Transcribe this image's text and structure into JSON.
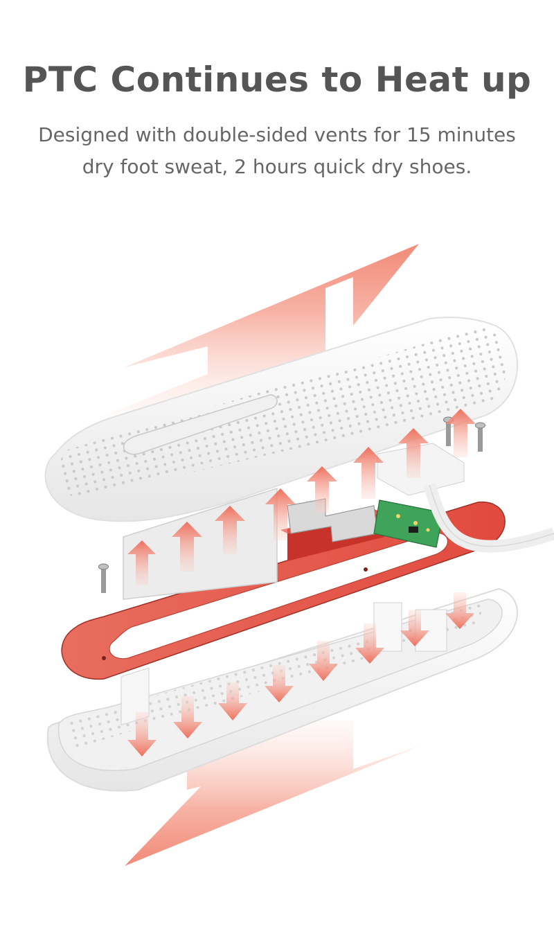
{
  "header": {
    "title": "PTC Continues to Heat up",
    "subtitle_line1": "Designed with double-sided vents for 15 minutes",
    "subtitle_line2": "dry foot sweat, 2 hours quick dry shoes."
  },
  "colors": {
    "heater_red": "#e8584c",
    "arrow_pink": "#f6a89a",
    "shell_white": "#f7f7f7",
    "pcb_green": "#3fa35a",
    "text_gray": "#555555"
  },
  "illustration": {
    "subject": "exploded view of shoe dryer with airflow arrows"
  }
}
